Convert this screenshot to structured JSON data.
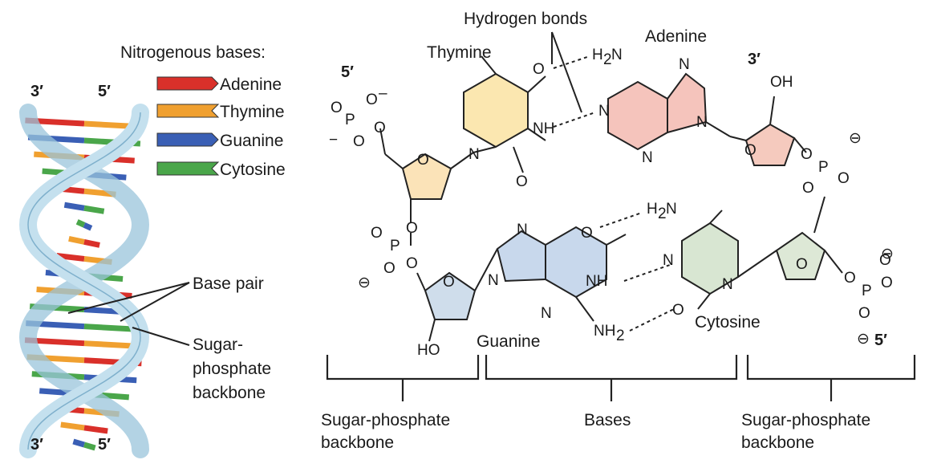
{
  "legend": {
    "title": "Nitrogenous bases:",
    "items": [
      {
        "name": "Adenine",
        "color": "#d9302a"
      },
      {
        "name": "Thymine",
        "color": "#f0a030"
      },
      {
        "name": "Guanine",
        "color": "#3a5fb5"
      },
      {
        "name": "Cytosine",
        "color": "#4aa64a"
      }
    ]
  },
  "helix": {
    "top_left_end": "3′",
    "top_right_end": "5′",
    "bottom_left_end": "3′",
    "bottom_right_end": "5′",
    "backbone_color": "#bcdcec",
    "labels": {
      "base_pair": "Base pair",
      "sugar_phosphate_1": "Sugar-",
      "sugar_phosphate_2": "phosphate",
      "sugar_phosphate_3": "backbone"
    }
  },
  "structure": {
    "hydrogen_bonds": "Hydrogen bonds",
    "thymine": "Thymine",
    "adenine": "Adenine",
    "guanine": "Guanine",
    "cytosine": "Cytosine",
    "prime_5_top": "5′",
    "prime_3_top": "3′",
    "prime_5_bottom": "5′",
    "minus": "−",
    "circled_minus": "⊖",
    "ring_colors": {
      "thymine": "#fbe7b0",
      "adenine": "#f5c4bc",
      "guanine": "#c8d8ec",
      "cytosine": "#d8e6d2",
      "sugar_left": "#fbe3b8",
      "sugar_right_top": "#f5cabe",
      "sugar_bottom_left": "#cfddeb",
      "sugar_bottom_right": "#dde8d6"
    }
  },
  "brackets": {
    "left_1": "Sugar-phosphate",
    "left_2": "backbone",
    "middle": "Bases",
    "right_1": "Sugar-phosphate",
    "right_2": "backbone"
  }
}
